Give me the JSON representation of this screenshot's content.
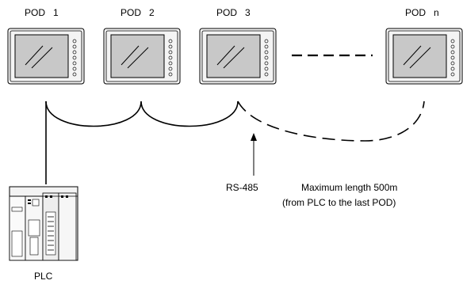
{
  "pods": [
    {
      "label": "POD   1"
    },
    {
      "label": "POD   2"
    },
    {
      "label": "POD   3"
    },
    {
      "label": "POD   n"
    }
  ],
  "plc": {
    "label": "PLC"
  },
  "bus": {
    "label": "RS-485"
  },
  "length_note": {
    "line1": "Maximum length 500m",
    "line2": "(from PLC to the last POD)"
  },
  "icons": {
    "pod": "touchscreen-monitor-icon",
    "plc": "plc-rack-icon",
    "arrow": "arrow-up-icon"
  }
}
